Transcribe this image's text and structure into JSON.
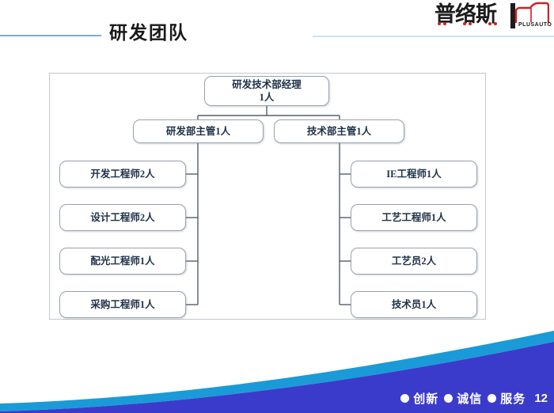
{
  "header": {
    "title": "研发团队",
    "rule_left_color": "#7aaedc",
    "rule_right_color": "#cfe2f3"
  },
  "logo": {
    "brand_cn": "普络斯",
    "brand_en": "PLUSAUTO",
    "accent_color": "#cc2222",
    "text_color": "#1c1c1c",
    "car_icon": "car-outline-icon"
  },
  "org_chart": {
    "root": {
      "line1": "研发技术部经理",
      "line2": "1人"
    },
    "supervisors": [
      {
        "label": "研发部主管1人"
      },
      {
        "label": "技术部主管1人"
      }
    ],
    "left_column": [
      {
        "label": "开发工程师2人"
      },
      {
        "label": "设计工程师2人"
      },
      {
        "label": "配光工程师1人"
      },
      {
        "label": "采购工程师1人"
      }
    ],
    "right_column": [
      {
        "label": "IE工程师1人"
      },
      {
        "label": "工艺工程师1人"
      },
      {
        "label": "工艺员2人"
      },
      {
        "label": "技术员1人"
      }
    ],
    "node_border_color": "#9aa3ae",
    "node_text_color": "#1f3148",
    "connector_color": "#555e6b",
    "frame_border_color": "#c3c8cf"
  },
  "footer": {
    "slogans": [
      "创新",
      "诚信",
      "服务"
    ],
    "page_number": "12",
    "wave_primary_color": "#3b3bcb",
    "wave_accent_color": "#1a9bd7"
  }
}
